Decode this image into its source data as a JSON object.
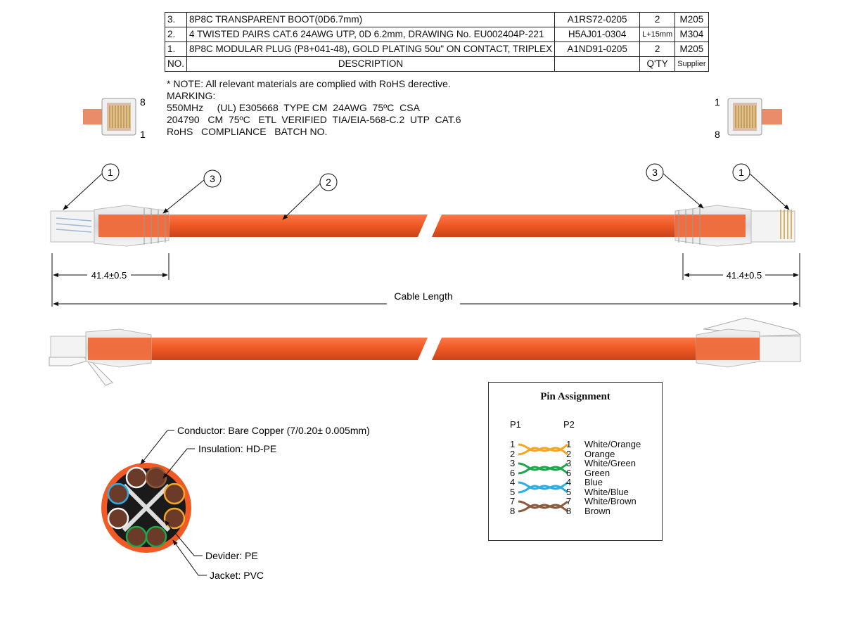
{
  "bom": {
    "rows": [
      {
        "no": "3.",
        "desc": "8P8C TRANSPARENT BOOT(0D6.7mm)",
        "part": "A1RS72-0205",
        "qty": "2",
        "supplier": "M205"
      },
      {
        "no": "2.",
        "desc": "4 TWISTED PAIRS CAT.6 24AWG UTP, 0D 6.2mm, DRAWING No. EU002404P-221",
        "part": "H5AJ01-0304",
        "qty": "L+15mm",
        "supplier": "M304"
      },
      {
        "no": "1.",
        "desc": "8P8C MODULAR PLUG (P8+041-48), GOLD PLATING 50u\" ON CONTACT, TRIPLEX",
        "part": "A1ND91-0205",
        "qty": "2",
        "supplier": "M205"
      }
    ],
    "header": {
      "no": "NO.",
      "desc": "DESCRIPTION",
      "part": "",
      "qty": "Q'TY",
      "supplier": "Supplier"
    }
  },
  "note": {
    "line1": "* NOTE: All relevant materials are complied with RoHS derective.",
    "line2": "MARKING:",
    "line3": "550MHz     (UL) E305668  TYPE CM  24AWG  75ºC  CSA",
    "line4": "204790   CM  75ºC   ETL  VERIFIED  TIA/EIA-568-C.2  UTP  CAT.6",
    "line5": "RoHS   COMPLIANCE   BATCH NO."
  },
  "plug_labels": {
    "left_top": "8",
    "left_bottom": "1",
    "right_top": "1",
    "right_bottom": "8"
  },
  "callouts": {
    "c1": "1",
    "c2": "2",
    "c3": "3"
  },
  "dimensions": {
    "left": "41.4±0.5",
    "right": "41.4±0.5",
    "cable_length": "Cable Length"
  },
  "cross_section": {
    "conductor": "Conductor: Bare Copper (7/0.20± 0.005mm)",
    "insulation": "Insulation: HD-PE",
    "divider": "Devider: PE",
    "jacket": "Jacket: PVC"
  },
  "pin_assignment": {
    "title": "Pin Assignment",
    "p1": "P1",
    "p2": "P2",
    "pairs": [
      {
        "a": "1",
        "b": "2",
        "a2": "1",
        "b2": "2",
        "l1": "White/Orange",
        "l2": "Orange",
        "color": "#f5a623"
      },
      {
        "a": "3",
        "b": "6",
        "a2": "3",
        "b2": "6",
        "l1": "White/Green",
        "l2": "Green",
        "color": "#1aa84a"
      },
      {
        "a": "4",
        "b": "5",
        "a2": "4",
        "b2": "5",
        "l1": "Blue",
        "l2": "White/Blue",
        "color": "#29aee6"
      },
      {
        "a": "7",
        "b": "8",
        "a2": "7",
        "b2": "8",
        "l1": "White/Brown",
        "l2": "Brown",
        "color": "#8b5a3c"
      }
    ]
  },
  "colors": {
    "cable": "#f15a24",
    "cable_dark": "#c8441a",
    "copper": "#6b3a28"
  }
}
